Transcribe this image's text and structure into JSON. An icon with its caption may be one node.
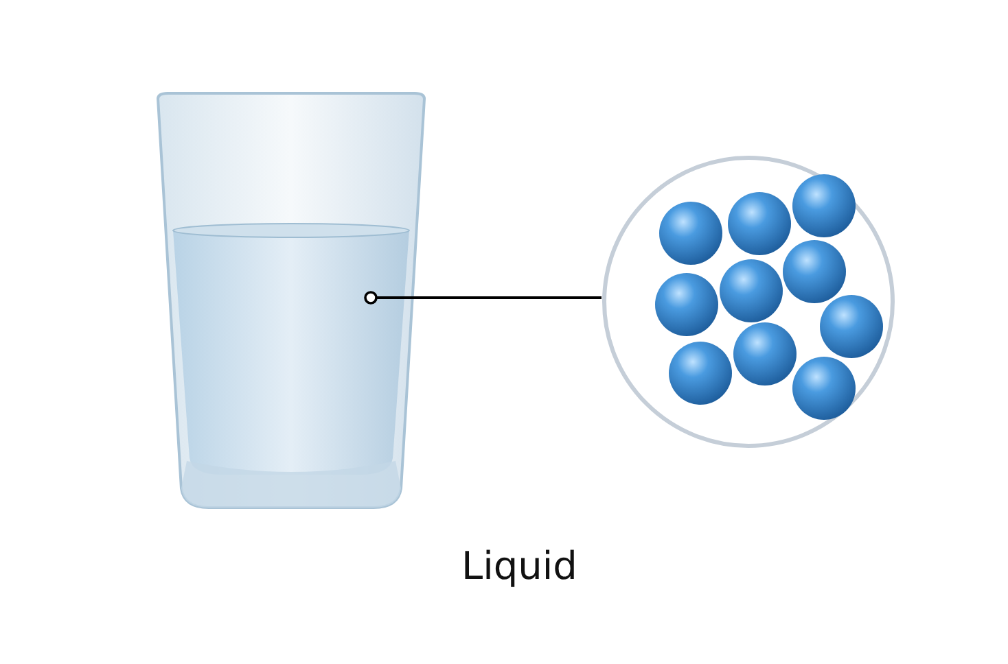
{
  "diagram": {
    "nodes": [
      {
        "text": [],
        "shape": "picture"
      },
      {
        "text": [],
        "shape": "circle"
      }
    ],
    "edges": [
      {
        "from": 0,
        "to": 1,
        "arrow": "other"
      }
    ],
    "labels": [
      "Liquid"
    ]
  }
}
